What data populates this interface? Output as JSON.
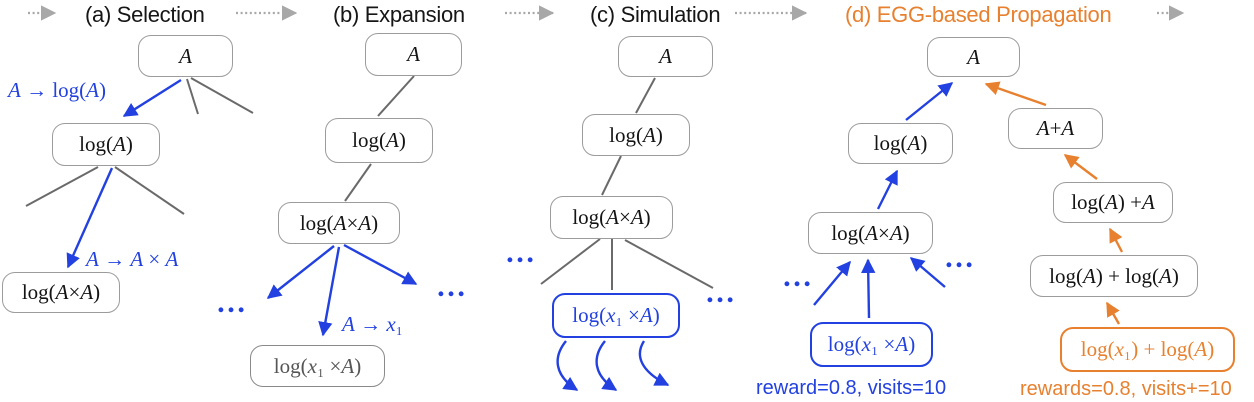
{
  "colors": {
    "blue": "#2241e0",
    "orange": "#e8812f",
    "nodeborder": "#9c9c9c",
    "line": "#6a6a6a",
    "flow": "#a8a8a8",
    "ink": "#161616"
  },
  "titles": {
    "a": "(a) Selection",
    "b": "(b) Expansion",
    "c": "(c) Simulation",
    "d": "(d) EGG-based Propagation"
  },
  "ellipsis": "…",
  "nodes": {
    "a_A": "A",
    "a_logA": "log(A)",
    "a_logAxA": "log(A × A)",
    "b_A": "A",
    "b_logA": "log(A)",
    "b_logAxA": "log(A × A)",
    "b_logx1A": "log(x₁ × A)",
    "c_A": "A",
    "c_logA": "log(A)",
    "c_logAxA": "log(A × A)",
    "c_logx1A": "log(x₁ × A)",
    "d_A": "A",
    "d_logA": "log(A)",
    "d_AplusA": "A + A",
    "d_logAxA": "log(A × A)",
    "d_logAplusA": "log(A) + A",
    "d_logApluslogA": "log(A) + log(A)",
    "d_logx1A": "log(x₁ × A)",
    "d_logx1pluslogA": "log(x₁) + log(A)"
  },
  "edge_labels": {
    "sel1": "A → log(A)",
    "sel2": "A → A × A",
    "exp": "A → x₁"
  },
  "annotations": {
    "blue": "reward=0.8, visits=10",
    "orange": "rewards=0.8, visits+=10"
  }
}
